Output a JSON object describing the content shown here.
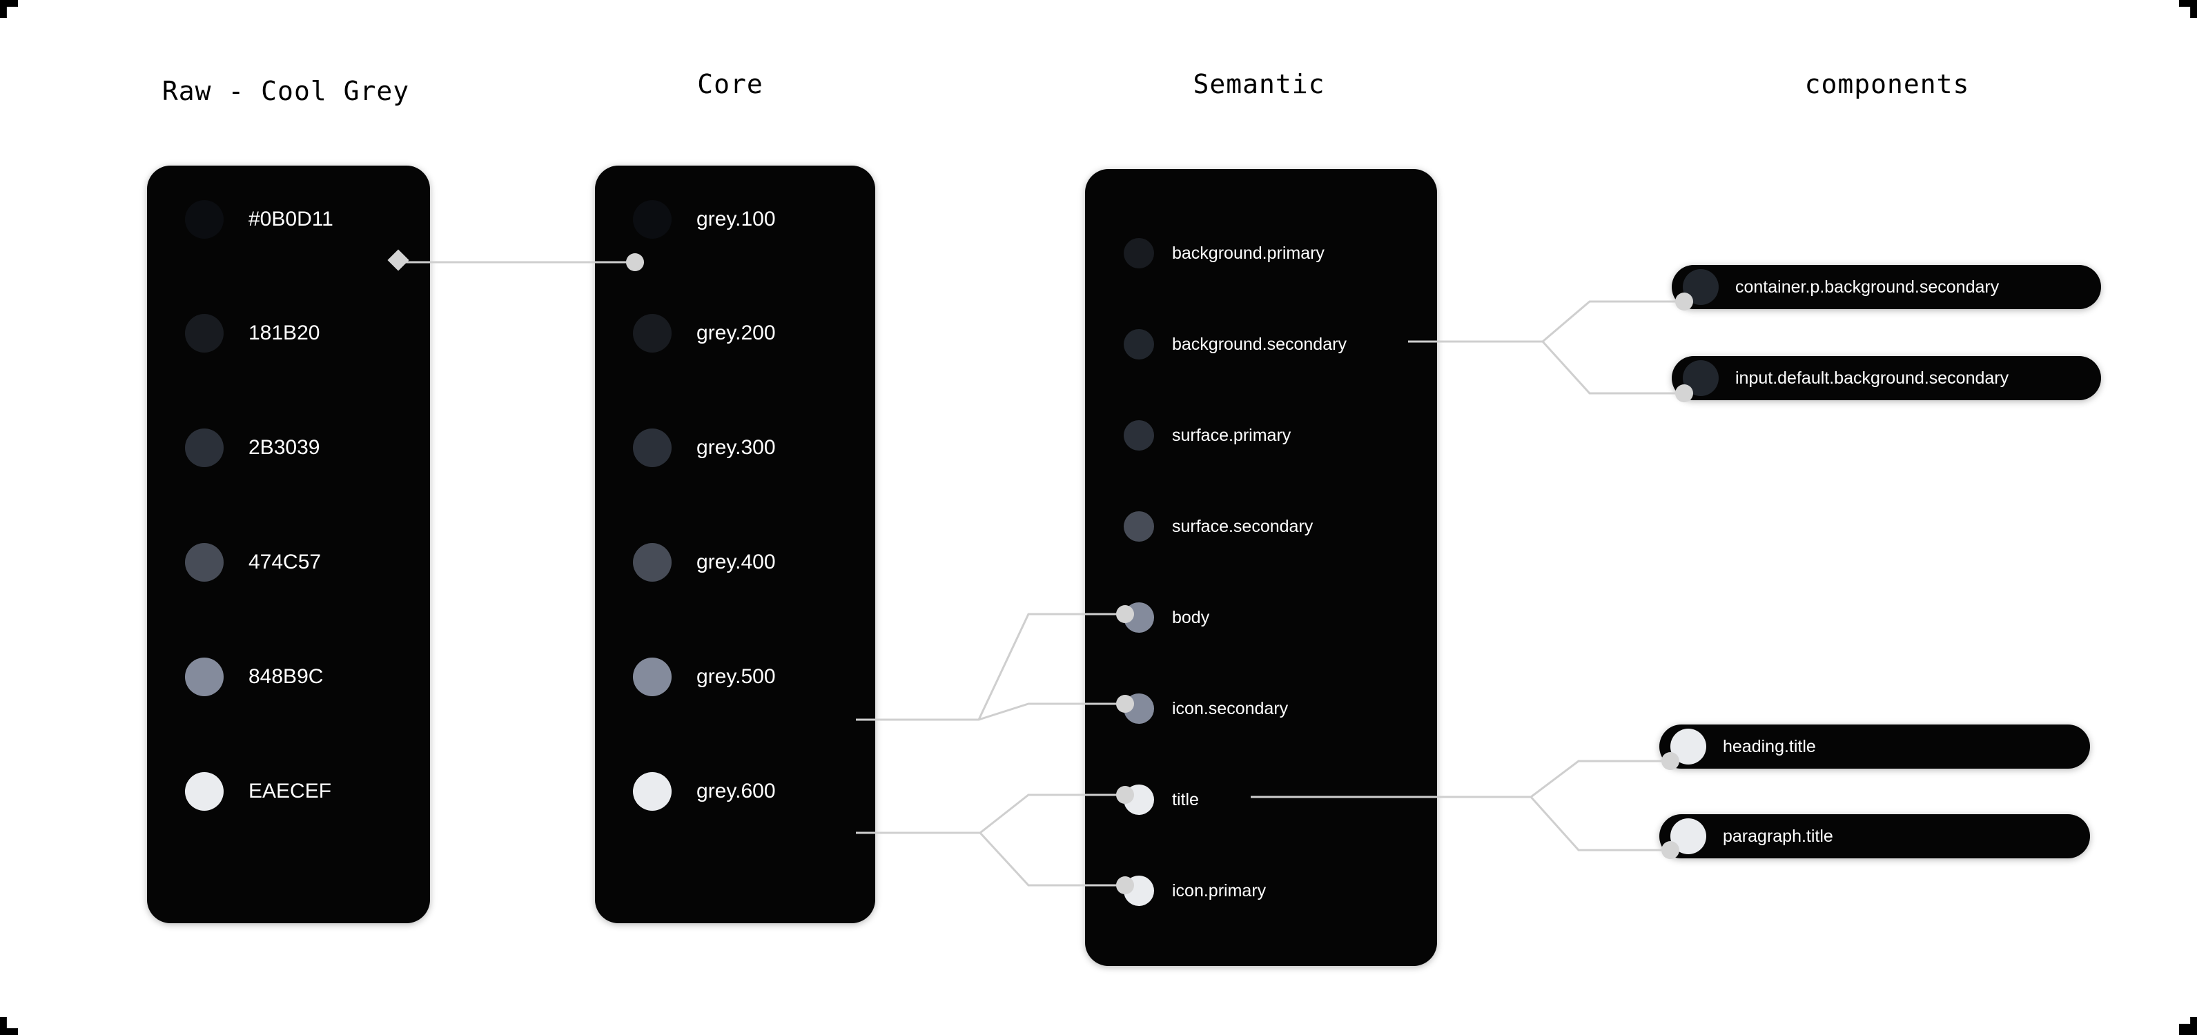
{
  "columns": [
    {
      "id": "raw",
      "title": "Raw - Cool Grey"
    },
    {
      "id": "core",
      "title": "Core"
    },
    {
      "id": "semantic",
      "title": "Semantic"
    },
    {
      "id": "components",
      "title": "components"
    }
  ],
  "raw": {
    "title": "Raw - Cool Grey",
    "tokens": [
      {
        "label": "#0B0D11",
        "color": "#0B0D11"
      },
      {
        "label": "181B20",
        "color": "#181B20"
      },
      {
        "label": "2B3039",
        "color": "#2B3039"
      },
      {
        "label": "474C57",
        "color": "#474C57"
      },
      {
        "label": "848B9C",
        "color": "#848B9C"
      },
      {
        "label": "EAECEF",
        "color": "#EAECEF"
      }
    ]
  },
  "core": {
    "title": "Core",
    "tokens": [
      {
        "label": "grey.100",
        "color": "#0B0D11"
      },
      {
        "label": "grey.200",
        "color": "#181B20"
      },
      {
        "label": "grey.300",
        "color": "#2B3039"
      },
      {
        "label": "grey.400",
        "color": "#474C57"
      },
      {
        "label": "grey.500",
        "color": "#848B9C"
      },
      {
        "label": "grey.600",
        "color": "#EAECEF"
      }
    ]
  },
  "semantic": {
    "title": "Semantic",
    "tokens": [
      {
        "label": "background.primary",
        "color": "#181B20"
      },
      {
        "label": "background.secondary",
        "color": "#21262D"
      },
      {
        "label": "surface.primary",
        "color": "#2B3039"
      },
      {
        "label": "surface.secondary",
        "color": "#474C57"
      },
      {
        "label": "body",
        "color": "#848B9C"
      },
      {
        "label": "icon.secondary",
        "color": "#848B9C"
      },
      {
        "label": "title",
        "color": "#EAECEF"
      },
      {
        "label": "icon.primary",
        "color": "#EAECEF"
      }
    ]
  },
  "components": {
    "title": "components",
    "tokens": [
      {
        "label": "container.p.background.secondary",
        "color": "#21262D"
      },
      {
        "label": "input.default.background.secondary",
        "color": "#21262D"
      },
      {
        "label": "heading.title",
        "color": "#EAECEF"
      },
      {
        "label": "paragraph.title",
        "color": "#EAECEF"
      }
    ]
  },
  "connections": [
    {
      "from": "raw.#0B0D11",
      "to": "core.grey.100"
    },
    {
      "from": "core.grey.500",
      "to": "semantic.body"
    },
    {
      "from": "core.grey.500",
      "to": "semantic.icon.secondary"
    },
    {
      "from": "core.grey.600",
      "to": "semantic.title"
    },
    {
      "from": "core.grey.600",
      "to": "semantic.icon.primary"
    },
    {
      "from": "semantic.background.secondary",
      "to": "components.container.p.background.secondary"
    },
    {
      "from": "semantic.background.secondary",
      "to": "components.input.default.background.secondary"
    },
    {
      "from": "semantic.title",
      "to": "components.heading.title"
    },
    {
      "from": "semantic.title",
      "to": "components.paragraph.title"
    }
  ],
  "theme": {
    "page_background": "#FFFFFF",
    "panel_background": "#050505",
    "wire_color": "#CFCFCF",
    "node_color": "#D4D4D4",
    "label_color": "#FFFFFF",
    "header_color": "#000000"
  }
}
